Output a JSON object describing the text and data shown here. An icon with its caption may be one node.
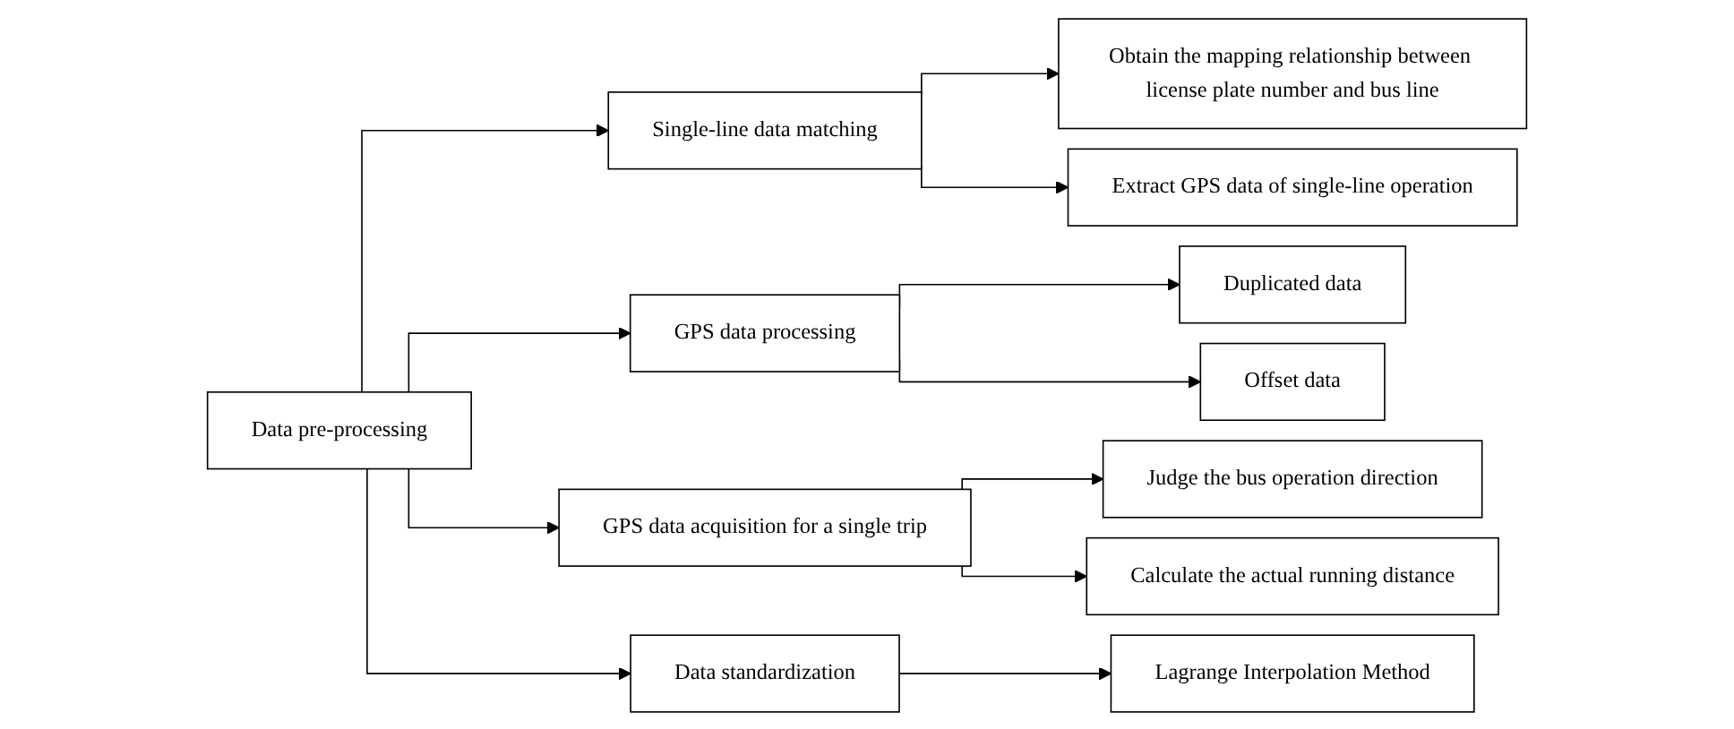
{
  "diagram": {
    "nodes": [
      {
        "text": [
          "Data pre-processing"
        ]
      },
      {
        "text": [
          "Single-line data matching"
        ]
      },
      {
        "text": [
          "GPS data processing"
        ]
      },
      {
        "text": [
          "GPS data acquisition for a single trip"
        ]
      },
      {
        "text": [
          "Data standardization"
        ]
      },
      {
        "text": [
          "Obtain the mapping relationship between license plate number and bus line"
        ]
      },
      {
        "text": [
          "Extract GPS data of single-line operation"
        ]
      },
      {
        "text": [
          "Duplicated data"
        ]
      },
      {
        "text": [
          "Offset data"
        ]
      },
      {
        "text": [
          "Judge the bus operation direction"
        ]
      },
      {
        "text": [
          "Calculate the actual running distance"
        ]
      },
      {
        "text": [
          "Lagrange Interpolation Method"
        ]
      }
    ],
    "edges": [
      {
        "from": 0,
        "to": 1,
        "arrow": "to"
      },
      {
        "from": 0,
        "to": 2,
        "arrow": "to"
      },
      {
        "from": 0,
        "to": 3,
        "arrow": "to"
      },
      {
        "from": 0,
        "to": 4,
        "arrow": "to"
      },
      {
        "from": 1,
        "to": 5,
        "arrow": "to"
      },
      {
        "from": 1,
        "to": 6,
        "arrow": "to"
      },
      {
        "from": 2,
        "to": 7,
        "arrow": "to"
      },
      {
        "from": 2,
        "to": 8,
        "arrow": "to"
      },
      {
        "from": 3,
        "to": 9,
        "arrow": "to"
      },
      {
        "from": 3,
        "to": 10,
        "arrow": "to"
      },
      {
        "from": 4,
        "to": 11,
        "arrow": "to"
      }
    ]
  }
}
